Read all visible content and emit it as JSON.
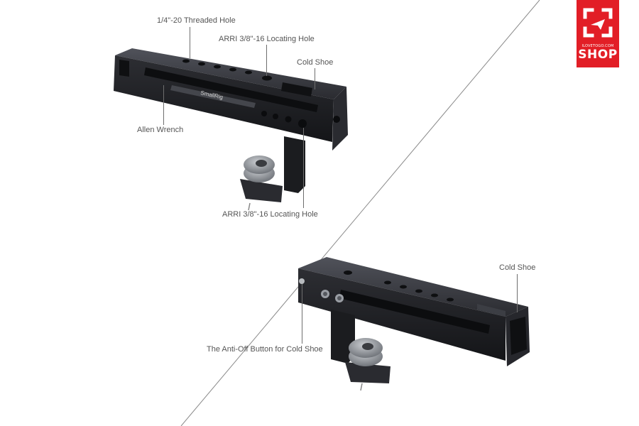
{
  "labels": {
    "threaded_hole": "1/4\"-20 Threaded Hole",
    "arri_top": "ARRI 3/8\"-16 Locating Hole",
    "cold_shoe_top": "Cold Shoe",
    "allen_wrench": "Allen Wrench",
    "arri_bottom": "ARRI 3/8\"-16 Locating Hole",
    "cold_shoe_bottom": "Cold Shoe",
    "anti_off": "The Anti-Off Button for Cold Shoe"
  },
  "engraving": "SmallRig",
  "logo": {
    "url": "ILOVETOGO.COM",
    "word": "SHOP",
    "color": "#e21e26"
  },
  "colors": {
    "metal_dark": "#1e1f22",
    "metal_mid": "#2c2d31",
    "metal_light": "#4a4c52",
    "knob": "#8d9196",
    "leader": "#6e6e6e",
    "text": "#555555"
  }
}
